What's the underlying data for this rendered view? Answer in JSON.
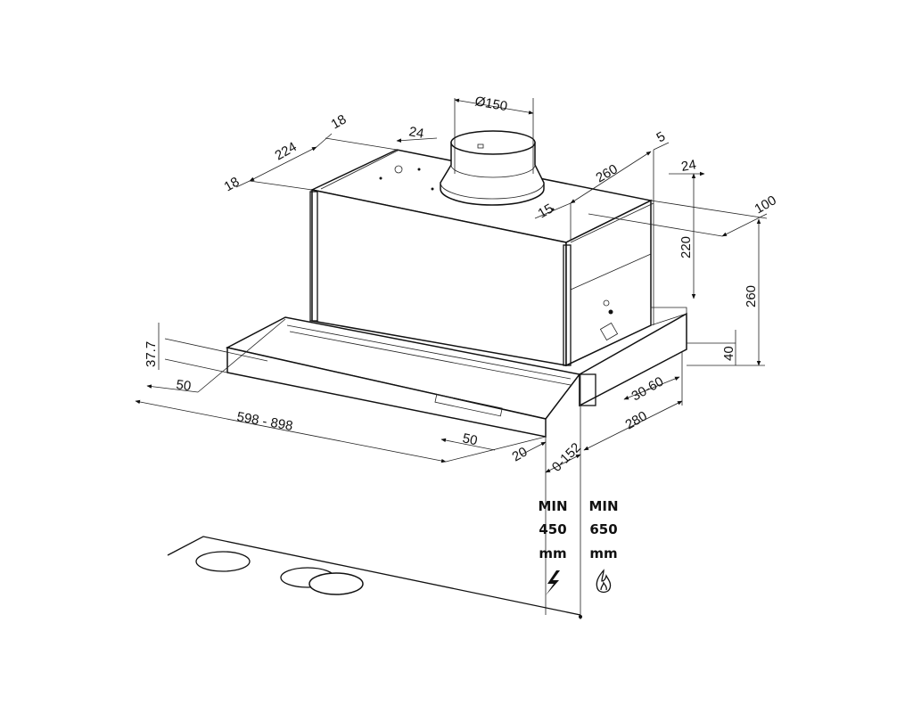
{
  "title": "Telescopic hood installation dimensions",
  "dimensions": {
    "duct_diameter": "Ø150",
    "top_18_a": "18",
    "top_224": "224",
    "top_18_b": "18",
    "top_24_left": "24",
    "right_5": "5",
    "right_260": "260",
    "right_24": "24",
    "right_15": "15",
    "right_100": "100",
    "height_220": "220",
    "height_260": "260",
    "height_40": "40",
    "front_37_7": "37.7",
    "front_50_left": "50",
    "width_range": "598  -  898",
    "front_50_right": "50",
    "front_20": "20",
    "depth_0_152": "0-152",
    "depth_30_60": "30-60",
    "depth_280": "280"
  },
  "clearance": {
    "electric": {
      "min": "MIN",
      "value": "450",
      "unit": "mm",
      "icon": "lightning-icon"
    },
    "gas": {
      "min": "MIN",
      "value": "650",
      "unit": "mm",
      "icon": "flame-icon"
    }
  }
}
